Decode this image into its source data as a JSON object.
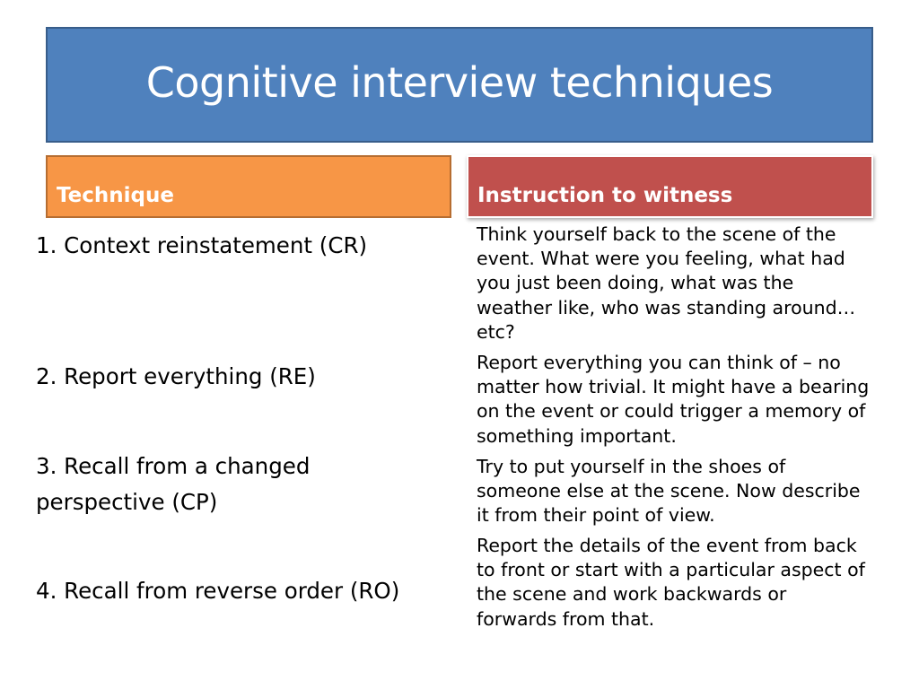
{
  "slide": {
    "title": "Cognitive interview techniques",
    "headers": {
      "technique": "Technique",
      "instruction": "Instruction to witness"
    },
    "rows": [
      {
        "technique": "1. Context reinstatement (CR)",
        "instruction": "Think yourself back to the scene of the event.  What were you feeling, what had you just been doing, what was the weather like, who was standing around…etc?"
      },
      {
        "technique": "2. Report everything (RE)",
        "instruction": "Report everything you can think of – no matter how trivial. It might have a bearing on the event or could trigger a memory of something important."
      },
      {
        "technique": "3.  Recall from a changed perspective (CP)",
        "instruction": "Try to put yourself in the shoes of someone else at the scene. Now describe it from their point of view."
      },
      {
        "technique": "4.  Recall from reverse order (RO)",
        "instruction": "Report the details of the event from back to front or start with a particular aspect of the scene and work  backwards or forwards from that."
      }
    ]
  },
  "colors": {
    "title_fill": "#4f81bd",
    "technique_header_fill": "#f79646",
    "instruction_header_fill": "#c0504d"
  }
}
